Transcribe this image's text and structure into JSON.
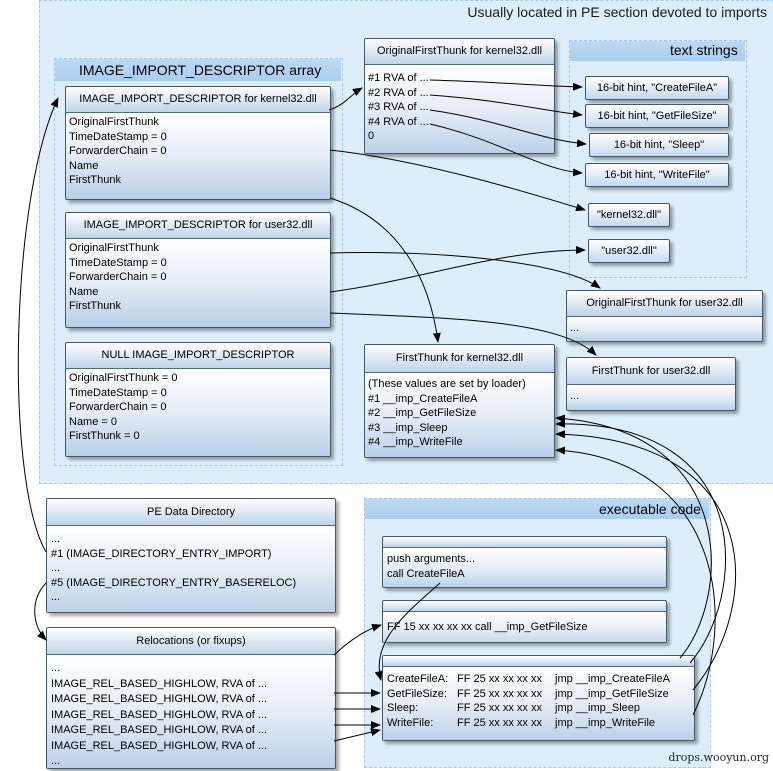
{
  "regions": {
    "pe_section": "Usually located in PE section devoted to imports",
    "text_strings": "text strings",
    "descriptor_array": "IMAGE_IMPORT_DESCRIPTOR array",
    "executable_code": "executable code"
  },
  "descriptors": [
    {
      "title": "IMAGE_IMPORT_DESCRIPTOR for kernel32.dll",
      "fields": [
        "OriginalFirstThunk",
        "TimeDateStamp = 0",
        "ForwarderChain = 0",
        "Name",
        "FirstThunk"
      ]
    },
    {
      "title": "IMAGE_IMPORT_DESCRIPTOR for user32.dll",
      "fields": [
        "OriginalFirstThunk",
        "TimeDateStamp = 0",
        "ForwarderChain = 0",
        "Name",
        "FirstThunk"
      ]
    },
    {
      "title": "NULL IMAGE_IMPORT_DESCRIPTOR",
      "fields": [
        "OriginalFirstThunk = 0",
        "TimeDateStamp = 0",
        "ForwarderChain = 0",
        "Name = 0",
        "FirstThunk = 0"
      ]
    }
  ],
  "oft_kernel32": {
    "title": "OriginalFirstThunk for kernel32.dll",
    "lines": [
      "#1 RVA of ...",
      "#2 RVA of ...",
      "#3 RVA of ...",
      "#4 RVA of ...",
      "0"
    ]
  },
  "hints": [
    "16-bit hint, \"CreateFileA\"",
    "16-bit hint, \"GetFileSize\"",
    "16-bit hint, \"Sleep\"",
    "16-bit hint, \"WriteFile\""
  ],
  "dll_names": [
    "\"kernel32.dll\"",
    "\"user32.dll\""
  ],
  "oft_user32": {
    "title": "OriginalFirstThunk for user32.dll",
    "lines": [
      "..."
    ]
  },
  "ft_user32": {
    "title": "FirstThunk for user32.dll",
    "lines": [
      "..."
    ]
  },
  "ft_kernel32": {
    "title": "FirstThunk for kernel32.dll",
    "lines": [
      "(These values are set by loader)",
      "#1 __imp_CreateFileA",
      "#2 __imp_GetFileSize",
      "#3 __imp_Sleep",
      "#4 __imp_WriteFile"
    ]
  },
  "pe_data_dir": {
    "title": "PE Data Directory",
    "lines": [
      "...",
      "#1 (IMAGE_DIRECTORY_ENTRY_IMPORT)",
      "...",
      "#5 (IMAGE_DIRECTORY_ENTRY_BASERELOC)",
      "..."
    ]
  },
  "relocations": {
    "title": "Relocations (or fixups)",
    "lines": [
      "...",
      "IMAGE_REL_BASED_HIGHLOW, RVA of ...",
      "IMAGE_REL_BASED_HIGHLOW, RVA of ...",
      "IMAGE_REL_BASED_HIGHLOW, RVA of ...",
      "IMAGE_REL_BASED_HIGHLOW, RVA of ...",
      "IMAGE_REL_BASED_HIGHLOW, RVA of ...",
      "..."
    ]
  },
  "code_box1": {
    "lines": [
      "push arguments...",
      "call CreateFileA"
    ]
  },
  "code_box2": {
    "lines": [
      "FF 15 xx xx xx xx call __imp_GetFileSize"
    ]
  },
  "stubs": [
    {
      "label": "CreateFileA:",
      "bytes": "FF 25 xx xx xx xx",
      "instr": "jmp __imp_CreateFileA"
    },
    {
      "label": "GetFileSize:",
      "bytes": "FF 25 xx xx xx xx",
      "instr": "jmp __imp_GetFileSize"
    },
    {
      "label": "Sleep:",
      "bytes": "FF 25 xx xx xx xx",
      "instr": "jmp __imp_Sleep"
    },
    {
      "label": "WriteFile:",
      "bytes": "FF 25 xx xx xx xx",
      "instr": "jmp __imp_WriteFile"
    }
  ],
  "watermark": "drops.wooyun.org"
}
